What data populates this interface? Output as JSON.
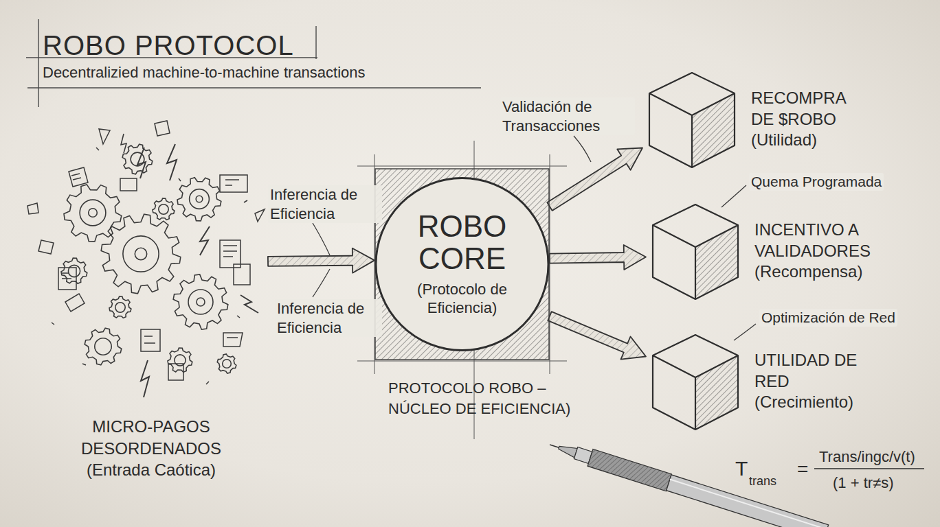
{
  "diagram": {
    "title": "ROBO PROTOCOL",
    "nodes": [
      {
        "text": [
          "MICRO-PAGOS DESORDENADOS (Entrada Caótica)"
        ]
      },
      {
        "text": [
          "ROBO CORE",
          "(Protocolo de Eficiencia)",
          "PROTOCOLO ROBO – NÚCLEO DE EFICIENCIA)"
        ]
      },
      {
        "text": [
          "RECOMPRA DE $ROBO",
          "(Utilidad)"
        ]
      },
      {
        "text": [
          "INCENTIVO A VALIDADORES",
          "(Recompensa)"
        ]
      },
      {
        "text": [
          "UTILIDAD DE RED",
          "(Crecimiento)"
        ]
      }
    ],
    "edges": [
      {
        "from": 0,
        "to": 1,
        "arrow": "to",
        "label": "Inferencia de Eficiencia"
      },
      {
        "from": 1,
        "to": 2,
        "arrow": "to",
        "label": "Validación de Transacciones"
      },
      {
        "from": 1,
        "to": 3,
        "arrow": "to"
      },
      {
        "from": 1,
        "to": 4,
        "arrow": "to"
      }
    ],
    "labels": [
      "Decentralizied machine-to-machine transactions",
      "Inferencia de Eficiencia",
      "Quema Programada",
      "Optimización de Red",
      "T",
      "trans",
      "=",
      "Trans/ingc/v(t)",
      "(1 + tr≠s)"
    ]
  }
}
